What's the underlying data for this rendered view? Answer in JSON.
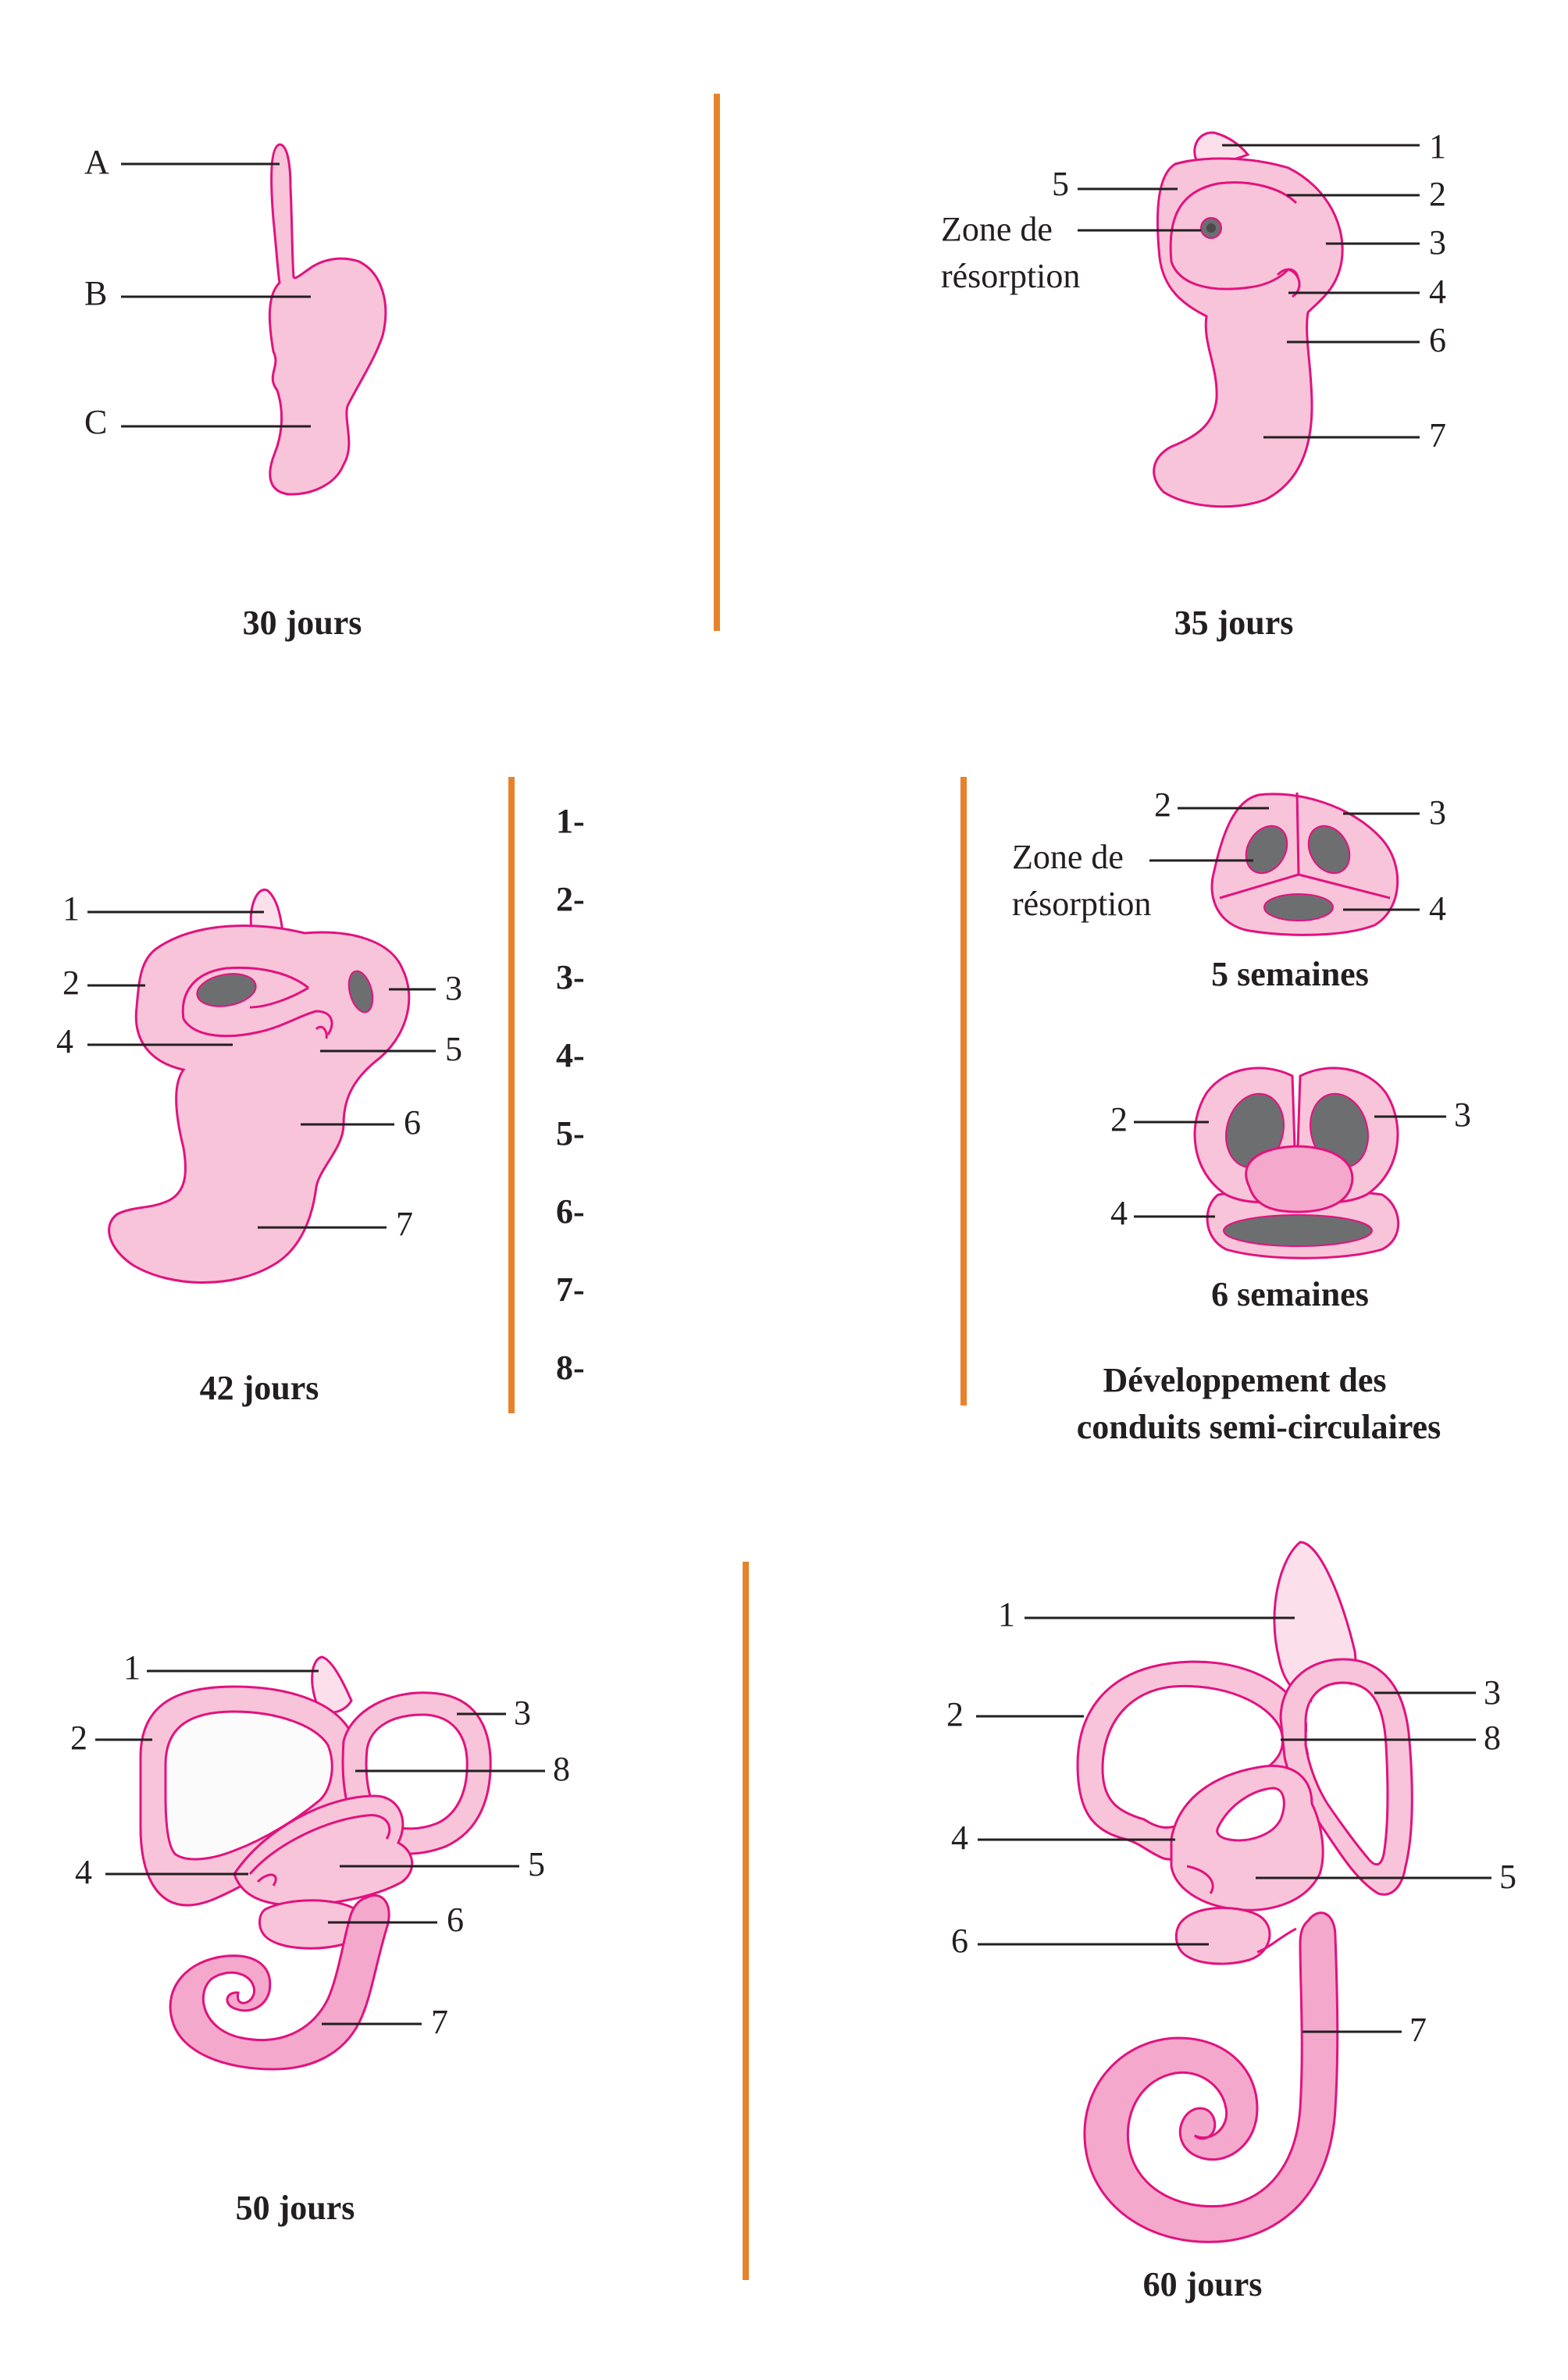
{
  "panel_30": {
    "caption": "30 jours",
    "labels": {
      "a": "A",
      "b": "B",
      "c": "C"
    }
  },
  "panel_35": {
    "caption": "35 jours",
    "labels": {
      "n1": "1",
      "n2": "2",
      "n3": "3",
      "n4": "4",
      "n5": "5",
      "n6": "6",
      "n7": "7"
    },
    "resorption_line1": "Zone de",
    "resorption_line2": "résorption"
  },
  "panel_42": {
    "caption": "42 jours",
    "labels": {
      "n1": "1",
      "n2": "2",
      "n3": "3",
      "n4": "4",
      "n5": "5",
      "n6": "6",
      "n7": "7"
    }
  },
  "answer_list": [
    "1-",
    "2-",
    "3-",
    "4-",
    "5-",
    "6-",
    "7-",
    "8-"
  ],
  "canals": {
    "week5_caption": "5 semaines",
    "week6_caption": "6 semaines",
    "title_line1": "Développement des",
    "title_line2": "conduits semi-circulaires",
    "resorption_line1": "Zone de",
    "resorption_line2": "résorption",
    "week5_labels": {
      "n2": "2",
      "n3": "3",
      "n4": "4"
    },
    "week6_labels": {
      "n2": "2",
      "n3": "3",
      "n4": "4"
    }
  },
  "panel_50": {
    "caption": "50 jours",
    "labels": {
      "n1": "1",
      "n2": "2",
      "n3": "3",
      "n4": "4",
      "n5": "5",
      "n6": "6",
      "n7": "7",
      "n8": "8"
    }
  },
  "panel_60": {
    "caption": "60 jours",
    "labels": {
      "n1": "1",
      "n2": "2",
      "n3": "3",
      "n4": "4",
      "n5": "5",
      "n6": "6",
      "n7": "7",
      "n8": "8"
    }
  },
  "colors": {
    "tissue": "#f8c4d9",
    "tissue_dark": "#f3a8cc",
    "outline": "#e2127f",
    "hole": "#6d6e70",
    "separator": "#e8822a"
  }
}
